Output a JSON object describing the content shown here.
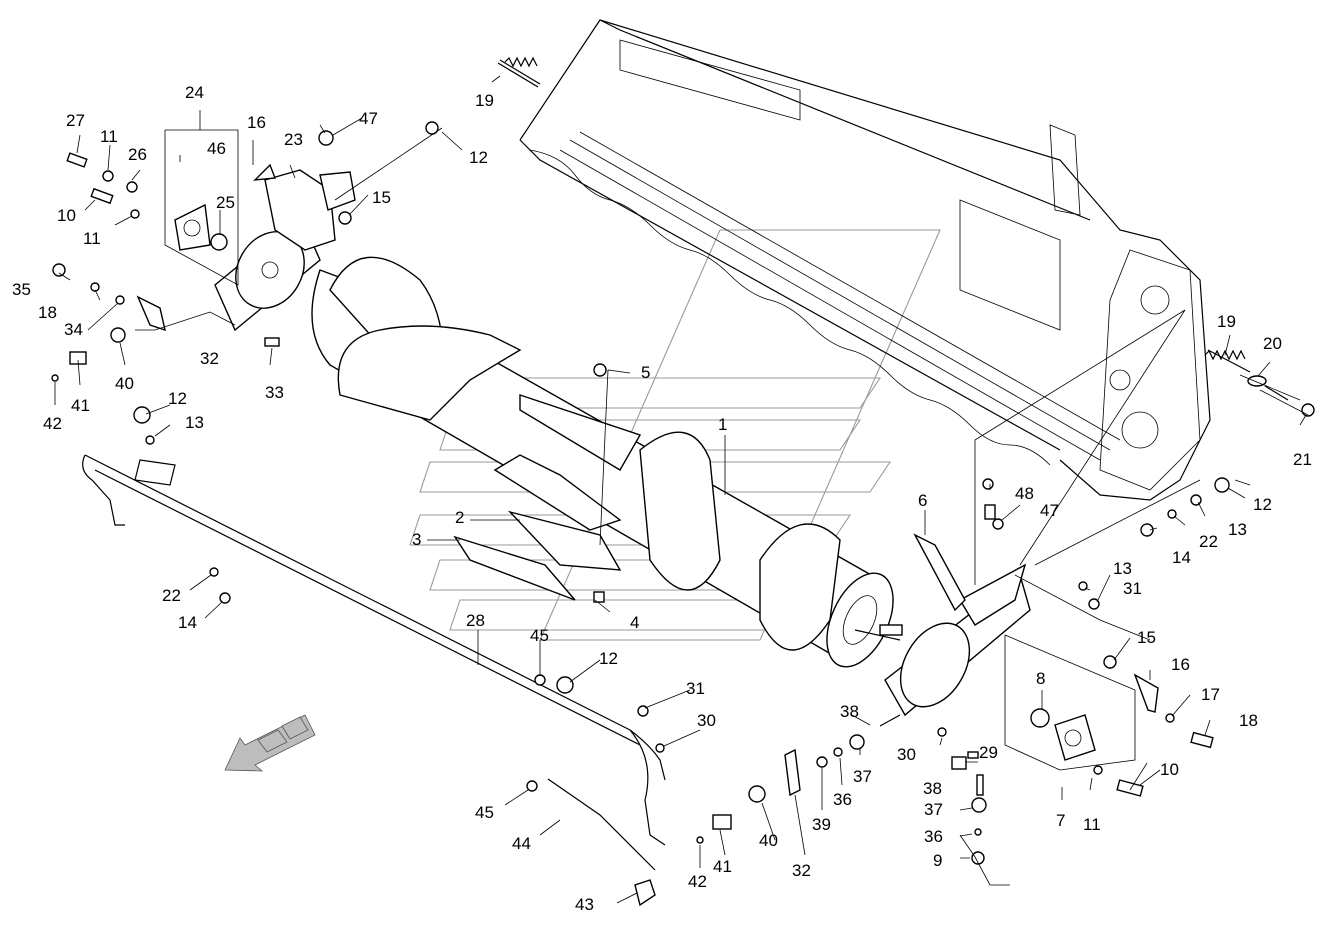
{
  "callouts": [
    "1",
    "2",
    "3",
    "4",
    "5",
    "6",
    "7",
    "8",
    "9",
    "10",
    "11",
    "12",
    "13",
    "14",
    "15",
    "16",
    "17",
    "18",
    "19",
    "20",
    "21",
    "22",
    "23",
    "24",
    "25",
    "26",
    "27",
    "28",
    "29",
    "30",
    "31",
    "32",
    "33",
    "34",
    "35",
    "36",
    "37",
    "38",
    "39",
    "40",
    "41",
    "42",
    "43",
    "44",
    "45",
    "46",
    "47",
    "48"
  ],
  "labels": {
    "c1": "1",
    "c2": "2",
    "c3": "3",
    "c4": "4",
    "c5": "5",
    "c6": "6",
    "c7": "7",
    "c8": "8",
    "c9": "9",
    "c10a": "10",
    "c10b": "10",
    "c11a": "11",
    "c11b": "11",
    "c11c": "11",
    "c12a": "12",
    "c12b": "12",
    "c12c": "12",
    "c12d": "12",
    "c13a": "13",
    "c13b": "13",
    "c13c": "13",
    "c14a": "14",
    "c14b": "14",
    "c15a": "15",
    "c15b": "15",
    "c16a": "16",
    "c16b": "16",
    "c17": "17",
    "c18a": "18",
    "c18b": "18",
    "c19a": "19",
    "c19b": "19",
    "c20": "20",
    "c21": "21",
    "c22a": "22",
    "c22b": "22",
    "c23": "23",
    "c24": "24",
    "c25": "25",
    "c26": "26",
    "c27": "27",
    "c28": "28",
    "c29": "29",
    "c30a": "30",
    "c30b": "30",
    "c31a": "31",
    "c31b": "31",
    "c32a": "32",
    "c32b": "32",
    "c33": "33",
    "c34": "34",
    "c35": "35",
    "c36a": "36",
    "c36b": "36",
    "c37a": "37",
    "c37b": "37",
    "c38a": "38",
    "c38b": "38",
    "c39": "39",
    "c40a": "40",
    "c40b": "40",
    "c41a": "41",
    "c41b": "41",
    "c42a": "42",
    "c42b": "42",
    "c43": "43",
    "c44": "44",
    "c45a": "45",
    "c45b": "45",
    "c46": "46",
    "c47a": "47",
    "c47b": "47",
    "c48": "48"
  }
}
